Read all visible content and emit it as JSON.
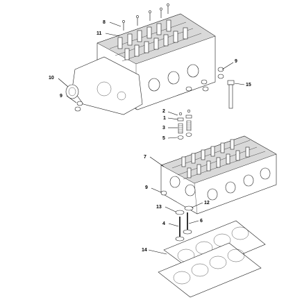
{
  "diagram": {
    "callouts": [
      {
        "id": "c8",
        "label": "8"
      },
      {
        "id": "c11",
        "label": "11"
      },
      {
        "id": "c9a",
        "label": "9"
      },
      {
        "id": "c10",
        "label": "10"
      },
      {
        "id": "c9b",
        "label": "9"
      },
      {
        "id": "c15",
        "label": "15"
      },
      {
        "id": "c2",
        "label": "2"
      },
      {
        "id": "c1",
        "label": "1"
      },
      {
        "id": "c3",
        "label": "3"
      },
      {
        "id": "c5",
        "label": "5"
      },
      {
        "id": "c7",
        "label": "7"
      },
      {
        "id": "c9c",
        "label": "9"
      },
      {
        "id": "c12",
        "label": "12"
      },
      {
        "id": "c13",
        "label": "13"
      },
      {
        "id": "c6",
        "label": "6"
      },
      {
        "id": "c4",
        "label": "4"
      },
      {
        "id": "c14",
        "label": "14"
      }
    ]
  }
}
